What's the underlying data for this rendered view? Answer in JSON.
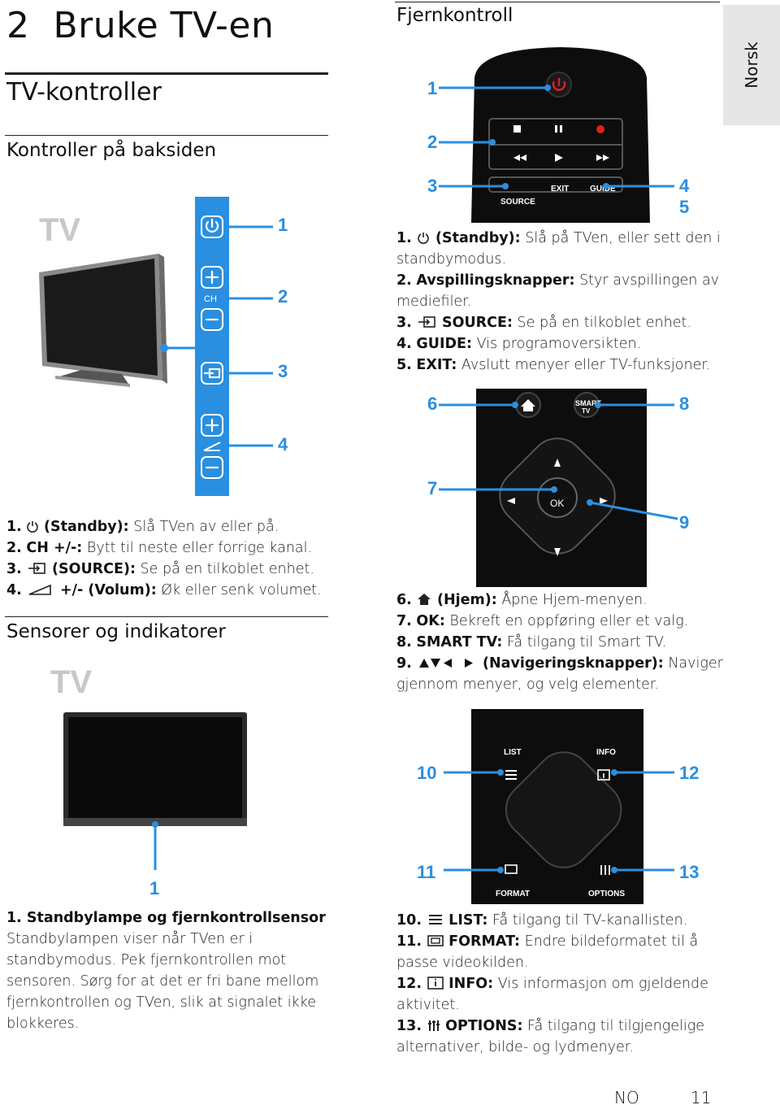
{
  "chapter": {
    "number": "2",
    "title": "Bruke TV-en"
  },
  "lang_tab": "Norsk",
  "left": {
    "section_title": "TV-kontroller",
    "sub1_title": "Kontroller på baksiden",
    "tv_label": "TV",
    "panel_ch_label": "CH",
    "callouts": [
      "1",
      "2",
      "3",
      "4"
    ],
    "items": [
      {
        "num": "1.",
        "label": "(Standby):",
        "text": "Slå TVen av eller på."
      },
      {
        "num": "2.",
        "label": "CH +/-:",
        "text": "Bytt til neste eller forrige kanal."
      },
      {
        "num": "3.",
        "label": "(SOURCE):",
        "text": "Se på en tilkoblet enhet."
      },
      {
        "num": "4.",
        "label": "+/- (Volum):",
        "text": "Øk eller senk volumet."
      }
    ],
    "sub2_title": "Sensorer og indikatorer",
    "tv2_label": "TV",
    "sensor_callout": "1",
    "sensor_heading": "1. Standbylampe og fjernkontrollsensor",
    "sensor_lines": [
      "Standbylampen viser når TVen er i",
      "standbymodus. Pek fjernkontrollen mot",
      "sensoren. Sørg for at det er fri bane mellom",
      "fjernkontrollen og TVen, slik at signalet ikke",
      "blokkeres."
    ]
  },
  "right": {
    "title": "Fjernkontroll",
    "remote1": {
      "callouts": [
        "1",
        "2",
        "3",
        "4",
        "5"
      ],
      "btn_source": "SOURCE",
      "btn_exit": "EXIT",
      "btn_guide": "GUIDE"
    },
    "items1": [
      {
        "num": "1.",
        "label": "(Standby):",
        "lines": [
          "Slå på TVen, eller sett den i",
          "standbymodus."
        ]
      },
      {
        "num": "2.",
        "label": "Avspillingsknapper:",
        "lines": [
          "Styr avspillingen av",
          "mediefiler."
        ]
      },
      {
        "num": "3.",
        "label": "SOURCE:",
        "lines": [
          "Se på en tilkoblet enhet."
        ]
      },
      {
        "num": "4.",
        "label": "GUIDE:",
        "lines": [
          "Vis programoversikten."
        ]
      },
      {
        "num": "5.",
        "label": "EXIT:",
        "lines": [
          "Avslutt menyer eller TV-funksjoner."
        ]
      }
    ],
    "remote2": {
      "callouts": [
        "6",
        "7",
        "8",
        "9"
      ],
      "btn_smart_line1": "SMART",
      "btn_smart_line2": "TV",
      "btn_ok": "OK"
    },
    "items2": [
      {
        "num": "6.",
        "label": "(Hjem):",
        "lines": [
          "Åpne Hjem-menyen."
        ]
      },
      {
        "num": "7.",
        "label": "OK:",
        "lines": [
          "Bekreft en oppføring eller et valg."
        ]
      },
      {
        "num": "8.",
        "label": "SMART TV:",
        "lines": [
          "Få tilgang til Smart TV."
        ]
      },
      {
        "num": "9.",
        "label": "(Navigeringsknapper):",
        "lines": [
          "Naviger",
          "gjennom menyer, og velg elementer."
        ]
      }
    ],
    "remote3": {
      "callouts": [
        "10",
        "11",
        "12",
        "13"
      ],
      "btn_list": "LIST",
      "btn_info": "INFO",
      "btn_format": "FORMAT",
      "btn_options": "OPTIONS"
    },
    "items3": [
      {
        "num": "10.",
        "label": "LIST:",
        "lines": [
          "Få tilgang til TV-kanallisten."
        ]
      },
      {
        "num": "11.",
        "label": "FORMAT:",
        "lines": [
          "Endre bildeformatet til å",
          "passe videokilden."
        ]
      },
      {
        "num": "12.",
        "label": "INFO:",
        "lines": [
          "Vis informasjon om gjeldende",
          "aktivitet."
        ]
      },
      {
        "num": "13.",
        "label": "OPTIONS:",
        "lines": [
          "Få tilgang til tilgjengelige",
          "alternativer, bilde- og lydmenyer."
        ]
      }
    ]
  },
  "footer": {
    "lang": "NO",
    "page": "11"
  },
  "colors": {
    "accent_blue": "#2a8fe0",
    "remote_black": "#0d0d0d",
    "tab_gray": "#e6e6e6"
  }
}
